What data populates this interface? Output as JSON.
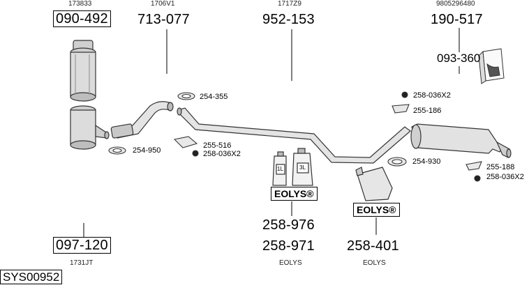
{
  "oe_numbers": {
    "cat_top": "173833",
    "pipe_front": "1706V1",
    "pipe_middle": "1717Z9",
    "silencer_rear": "9805296480",
    "cat_bottom": "1731JT",
    "eolys_label_1": "EOLYS",
    "eolys_label_2": "EOLYS"
  },
  "part_numbers": {
    "catalyst": "090-492",
    "front_pipe": "713-077",
    "middle_pipe": "952-153",
    "rear_silencer": "190-517",
    "mounting_kit": "093-360",
    "dpf": "097-120",
    "eolys_1": "258-976",
    "eolys_2": "258-971",
    "eolys_tank": "258-401"
  },
  "small_parts": {
    "clamp_front": "254-355",
    "gasket_front": "254-950",
    "hanger_front": "255-516",
    "rubber_front": "258-036X2",
    "rubber_rear_top": "258-036X2",
    "hanger_rear_top": "255-186",
    "clamp_rear": "254-930",
    "hanger_rear_bottom": "255-188",
    "rubber_rear_bottom": "258-036X2"
  },
  "badges": {
    "eolys_a": "EOLYS®",
    "eolys_b": "EOLYS®",
    "can_small": "1L",
    "can_large": "3L"
  },
  "system_id": "SYS00952"
}
